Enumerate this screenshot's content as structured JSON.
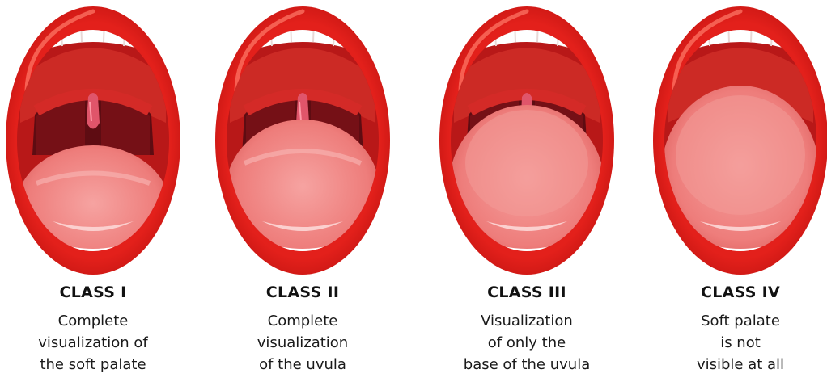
{
  "colors": {
    "lip": "#e3201b",
    "lip_highlight": "#ff6b5e",
    "mouth_interior": "#b81818",
    "throat": "#5e0c12",
    "palate": "#d42a27",
    "tongue": "#f07f7e",
    "teeth": "#ffffff"
  },
  "panels": [
    {
      "class_label": "CLASS I",
      "description_lines": [
        "Complete",
        "visualization of",
        "the soft palate"
      ]
    },
    {
      "class_label": "CLASS II",
      "description_lines": [
        "Complete",
        "visualization",
        "of the uvula"
      ]
    },
    {
      "class_label": "CLASS III",
      "description_lines": [
        "Visualization",
        "of only the",
        "base of the uvula"
      ]
    },
    {
      "class_label": "CLASS IV",
      "description_lines": [
        "Soft palate",
        "is not",
        "visible at all"
      ]
    }
  ]
}
